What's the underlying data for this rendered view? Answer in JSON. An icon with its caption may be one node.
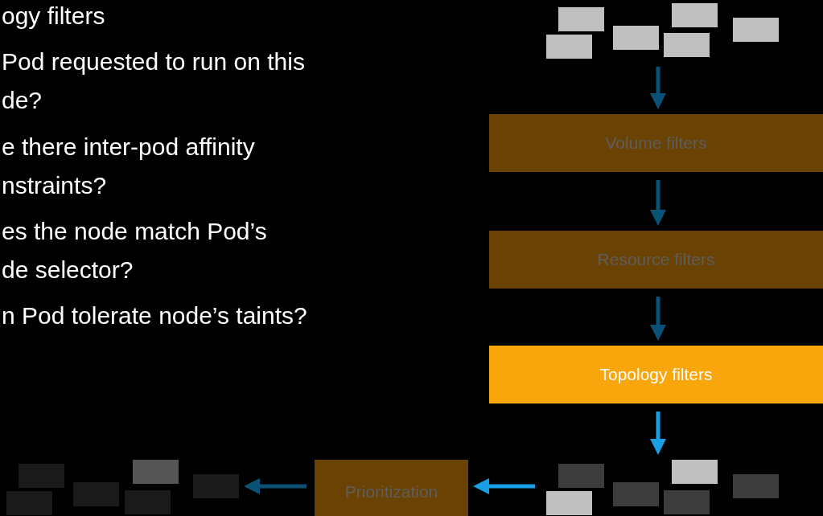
{
  "diagram": {
    "nodes": [
      {
        "text": [],
        "shape": "box"
      },
      {
        "text": [],
        "shape": "box"
      },
      {
        "text": [],
        "shape": "box"
      },
      {
        "text": [],
        "shape": "box"
      },
      {
        "text": [],
        "shape": "box"
      },
      {
        "text": [],
        "shape": "box"
      },
      {
        "text": [
          "Volume filters"
        ]
      },
      {
        "text": [
          "Resource filters"
        ]
      },
      {
        "text": [
          "Topology filters"
        ]
      },
      {
        "text": [],
        "shape": "box"
      },
      {
        "text": [],
        "shape": "box"
      },
      {
        "text": [],
        "shape": "box"
      },
      {
        "text": [],
        "shape": "box"
      },
      {
        "text": [],
        "shape": "box"
      },
      {
        "text": [],
        "shape": "box"
      },
      {
        "text": [
          "Prioritization"
        ]
      },
      {
        "text": [],
        "shape": "box"
      },
      {
        "text": [],
        "shape": "box"
      },
      {
        "text": [],
        "shape": "box"
      },
      {
        "text": [],
        "shape": "box"
      },
      {
        "text": [],
        "shape": "box"
      },
      {
        "text": [],
        "shape": "box"
      }
    ],
    "edges": [
      {
        "from": null,
        "to": 6,
        "arrow": "to"
      },
      {
        "from": 6,
        "to": 7,
        "arrow": "to"
      },
      {
        "from": 7,
        "to": 8,
        "arrow": "to"
      },
      {
        "from": 8,
        "to": 12,
        "arrow": "to",
        "color": "#1a9fe6"
      },
      {
        "from": null,
        "to": 15,
        "arrow": "to",
        "color": "#1a9fe6"
      },
      {
        "from": 15,
        "to": 21,
        "arrow": "to"
      }
    ],
    "labels": [
      "ogy filters",
      "Pod requested to run on this de?",
      "e there inter-pod affinity nstraints?",
      "es the node match Pod’s de selector?",
      "n Pod tolerate node’s taints?"
    ]
  }
}
